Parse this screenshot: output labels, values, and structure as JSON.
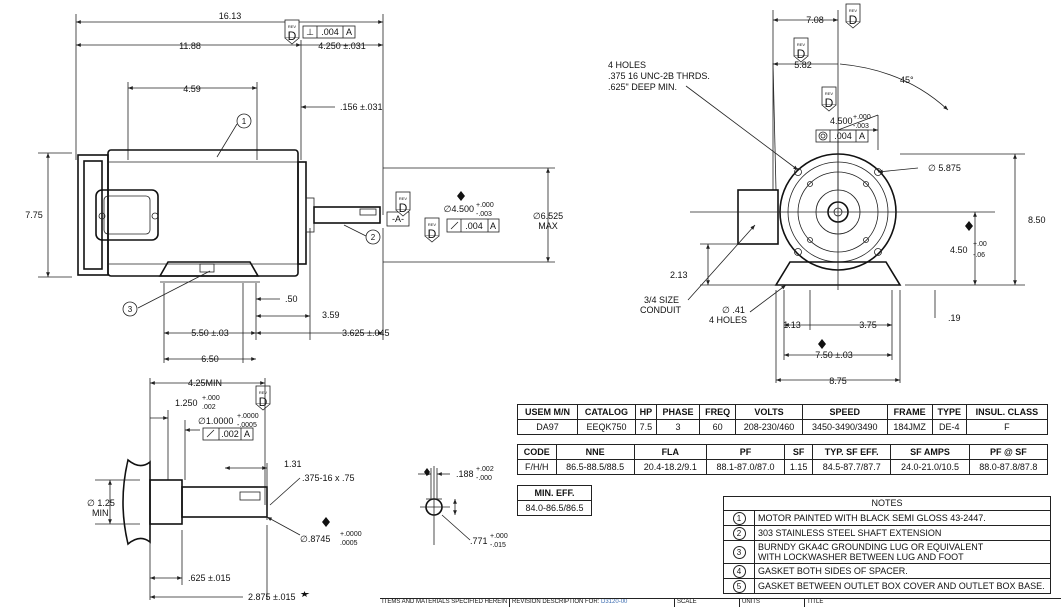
{
  "rev_badge": {
    "label": "REV",
    "letter": "D"
  },
  "side_view": {
    "overall_length": "16.13",
    "length_to_face": "11.88",
    "dim_459": "4.59",
    "dim_4250": "4.250 ±.031",
    "dim_156": ".156 ±.031",
    "height": "7.75",
    "flange_dia": "∅6.525",
    "flange_dia_note": "MAX",
    "dim_050": ".50",
    "dim_359": "3.59",
    "dim_550": "5.50 ±.03",
    "dim_3625": "3.625 ±.045",
    "dim_650": "6.50",
    "datum_a": "-A-",
    "shaft_dia": "∅4.500",
    "shaft_dia_tol_upper": "+.000",
    "shaft_dia_tol_lower": "-.003",
    "perp_tol": "⊥",
    "perp_value": ".004",
    "perp_datum": "A",
    "runout_value": ".004",
    "runout_datum": "A",
    "callout_1": "1",
    "callout_2": "2",
    "callout_3": "3"
  },
  "end_view": {
    "dim_708": "7.08",
    "dim_582": "5.82",
    "angle_45": "45°",
    "holes_label_1": "4 HOLES",
    "holes_label_2": ".375 16 UNC-2B THRDS.",
    "holes_label_3": ".625\" DEEP MIN.",
    "pilot_dia": "4.500",
    "pilot_tol_upper": "+.000",
    "pilot_tol_lower": "-.003",
    "conc_value": ".004",
    "conc_datum": "A",
    "bolt_circle": "∅ 5.875",
    "height": "8.50",
    "dim_450": "4.50",
    "dim_450_tol_upper": "+.00",
    "dim_450_tol_lower": "-.06",
    "dim_213": "2.13",
    "conduit_1": "3/4 SIZE",
    "conduit_2": "CONDUIT",
    "foot_holes_1": "∅ .41",
    "foot_holes_2": "4 HOLES",
    "dim_113": "1.13",
    "dim_375": "3.75",
    "dim_019": ".19",
    "dim_750": "7.50 ±.03",
    "dim_875": "8.75"
  },
  "shaft_detail": {
    "dim_425": "4.25MIN",
    "dim_1250": "1.250",
    "dim_1250_tol_upper": "+.000",
    "dim_1250_tol_lower": ".002",
    "dim_10000": "∅1.0000",
    "dim_10000_tol_upper": "+.0000",
    "dim_10000_tol_lower": "-.0005",
    "runout_value": ".002",
    "runout_datum": "A",
    "dim_131": "1.31",
    "thread": ".375-16 x .75",
    "dim_125_1": "∅ 1.25",
    "dim_125_2": "MIN",
    "dim_8745": "∅.8745",
    "dim_8745_tol_upper": "+.0000",
    "dim_8745_tol_lower": ".0005",
    "dim_625": ".625 ±.015",
    "dim_2875": "2.875 ±.015"
  },
  "keyway_detail": {
    "dim_188": ".188",
    "dim_188_tol_upper": "+.002",
    "dim_188_tol_lower": "-.000",
    "dim_771": ".771",
    "dim_771_tol_upper": "+.000",
    "dim_771_tol_lower": "-.015"
  },
  "spec_table_1": {
    "headers": [
      "USEM M/N",
      "CATALOG",
      "HP",
      "PHASE",
      "FREQ",
      "VOLTS",
      "SPEED",
      "FRAME",
      "TYPE",
      "INSUL. CLASS"
    ],
    "values": [
      "DA97",
      "EEQK750",
      "7.5",
      "3",
      "60",
      "208-230/460",
      "3450-3490/3490",
      "184JMZ",
      "DE-4",
      "F"
    ]
  },
  "spec_table_2": {
    "headers": [
      "CODE",
      "NNE",
      "FLA",
      "PF",
      "SF",
      "TYP. SF EFF.",
      "SF AMPS",
      "PF @ SF"
    ],
    "values": [
      "F/H/H",
      "86.5-88.5/88.5",
      "20.4-18.2/9.1",
      "88.1-87.0/87.0",
      "1.15",
      "84.5-87.7/87.7",
      "24.0-21.0/10.5",
      "88.0-87.8/87.8"
    ]
  },
  "spec_table_3": {
    "header": "MIN. EFF.",
    "value": "84.0-86.5/86.5"
  },
  "notes": {
    "title": "NOTES",
    "items": [
      {
        "num": "1",
        "text": "MOTOR PAINTED WITH BLACK SEMI GLOSS 43-2447."
      },
      {
        "num": "2",
        "text": "303 STAINLESS STEEL SHAFT EXTENSION"
      },
      {
        "num": "3",
        "text": "BURNDY GKA4C GROUNDING LUG OR EQUIVALENT",
        "text2": "WITH LOCKWASHER BETWEEN LUG AND FOOT"
      },
      {
        "num": "4",
        "text": "GASKET BOTH SIDES OF SPACER."
      },
      {
        "num": "5",
        "text": "GASKET BETWEEN OUTLET BOX COVER AND OUTLET BOX BASE."
      }
    ]
  },
  "footer": {
    "cell_1": "ITEMS AND MATERIALS SPECIFIED HEREIN MUST",
    "cell_2": "REVISION DESCRIPTION FOR:",
    "cell_2_value": "D3120-00",
    "cell_3": "SCALE",
    "cell_4": "UNITS",
    "cell_5": "TITLE"
  }
}
